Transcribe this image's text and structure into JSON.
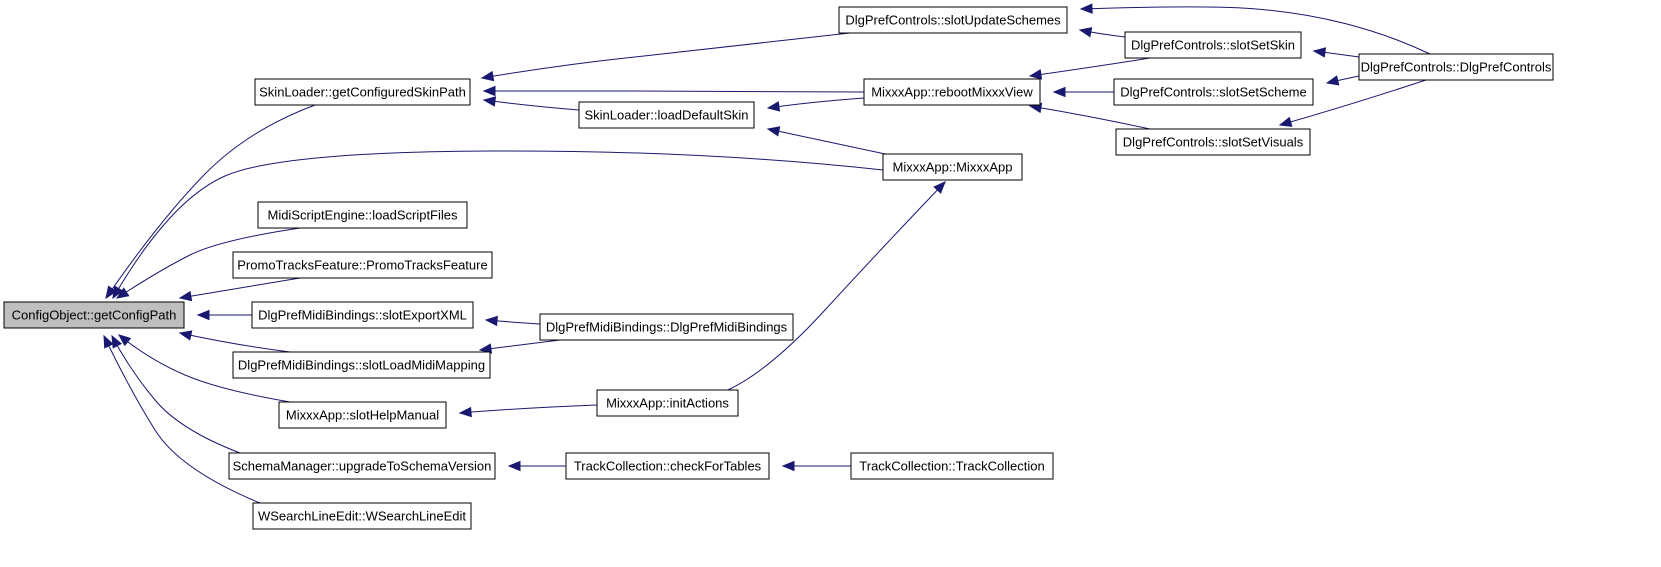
{
  "diagram": {
    "title": "",
    "colors": {
      "edge": "#191970",
      "root_fill": "#bfbfbf",
      "node_fill": "#ffffff",
      "node_border": "#000000"
    },
    "nodes": [
      {
        "id": "n0",
        "label": "ConfigObject::getConfigPath",
        "root": true
      },
      {
        "id": "n1",
        "label": "SkinLoader::getConfiguredSkinPath"
      },
      {
        "id": "n2",
        "label": "DlgPrefControls::slotUpdateSchemes"
      },
      {
        "id": "n3",
        "label": "DlgPrefControls::slotSetSkin"
      },
      {
        "id": "n4",
        "label": "DlgPrefControls::DlgPrefControls"
      },
      {
        "id": "n5",
        "label": "MixxxApp::rebootMixxxView"
      },
      {
        "id": "n6",
        "label": "DlgPrefControls::slotSetScheme"
      },
      {
        "id": "n7",
        "label": "DlgPrefControls::slotSetVisuals"
      },
      {
        "id": "n8",
        "label": "SkinLoader::loadDefaultSkin"
      },
      {
        "id": "n9",
        "label": "MixxxApp::MixxxApp"
      },
      {
        "id": "n10",
        "label": "MidiScriptEngine::loadScriptFiles"
      },
      {
        "id": "n11",
        "label": "PromoTracksFeature::PromoTracksFeature"
      },
      {
        "id": "n12",
        "label": "DlgPrefMidiBindings::slotExportXML"
      },
      {
        "id": "n13",
        "label": "DlgPrefMidiBindings::DlgPrefMidiBindings"
      },
      {
        "id": "n14",
        "label": "DlgPrefMidiBindings::slotLoadMidiMapping"
      },
      {
        "id": "n15",
        "label": "MixxxApp::slotHelpManual"
      },
      {
        "id": "n16",
        "label": "MixxxApp::initActions"
      },
      {
        "id": "n17",
        "label": "SchemaManager::upgradeToSchemaVersion"
      },
      {
        "id": "n18",
        "label": "TrackCollection::checkForTables"
      },
      {
        "id": "n19",
        "label": "TrackCollection::TrackCollection"
      },
      {
        "id": "n20",
        "label": "WSearchLineEdit::WSearchLineEdit"
      }
    ],
    "edges": [
      {
        "from": "n1",
        "to": "n0"
      },
      {
        "from": "n9",
        "to": "n0"
      },
      {
        "from": "n10",
        "to": "n0"
      },
      {
        "from": "n11",
        "to": "n0"
      },
      {
        "from": "n12",
        "to": "n0"
      },
      {
        "from": "n14",
        "to": "n0"
      },
      {
        "from": "n15",
        "to": "n0"
      },
      {
        "from": "n17",
        "to": "n0"
      },
      {
        "from": "n20",
        "to": "n0"
      },
      {
        "from": "n2",
        "to": "n1"
      },
      {
        "from": "n5",
        "to": "n1"
      },
      {
        "from": "n8",
        "to": "n1"
      },
      {
        "from": "n3",
        "to": "n2"
      },
      {
        "from": "n4",
        "to": "n2"
      },
      {
        "from": "n4",
        "to": "n3"
      },
      {
        "from": "n3",
        "to": "n5"
      },
      {
        "from": "n6",
        "to": "n5"
      },
      {
        "from": "n7",
        "to": "n5"
      },
      {
        "from": "n4",
        "to": "n6"
      },
      {
        "from": "n4",
        "to": "n7"
      },
      {
        "from": "n5",
        "to": "n8"
      },
      {
        "from": "n9",
        "to": "n8"
      },
      {
        "from": "n16",
        "to": "n9"
      },
      {
        "from": "n13",
        "to": "n12"
      },
      {
        "from": "n13",
        "to": "n14"
      },
      {
        "from": "n16",
        "to": "n15"
      },
      {
        "from": "n18",
        "to": "n17"
      },
      {
        "from": "n19",
        "to": "n18"
      }
    ]
  }
}
